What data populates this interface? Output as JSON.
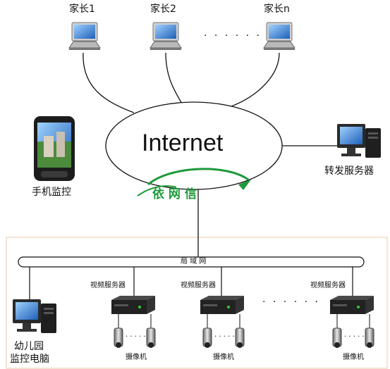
{
  "parents": {
    "items": [
      {
        "label": "家长1"
      },
      {
        "label": "家长2"
      },
      {
        "label": "家长n"
      }
    ],
    "ellipsis": "· · · · · ·"
  },
  "internet": {
    "label": "Internet"
  },
  "mobile": {
    "label": "手机监控"
  },
  "relay_server": {
    "label": "转发服务器"
  },
  "watermark": {
    "label": "依 网 信"
  },
  "lan": {
    "label": "局  域  网"
  },
  "kindergarten_pc": {
    "label_line1": "幼儿园",
    "label_line2": "监控电脑"
  },
  "video_servers": {
    "items": [
      {
        "label": "视频服务器"
      },
      {
        "label": "视频服务器"
      },
      {
        "label": "视频服务器"
      }
    ],
    "ellipsis": "· · · · · ·"
  },
  "cameras": {
    "items": [
      {
        "label": "摄像机"
      },
      {
        "label": "摄像机"
      },
      {
        "label": "摄像机"
      }
    ],
    "dots": "· · · · ·"
  },
  "colors": {
    "line": "#111111",
    "frame": "#e8c8a8",
    "screen": "#3a7fd0",
    "device": "#2a2a2a",
    "watermark": "#1d9a3a"
  }
}
